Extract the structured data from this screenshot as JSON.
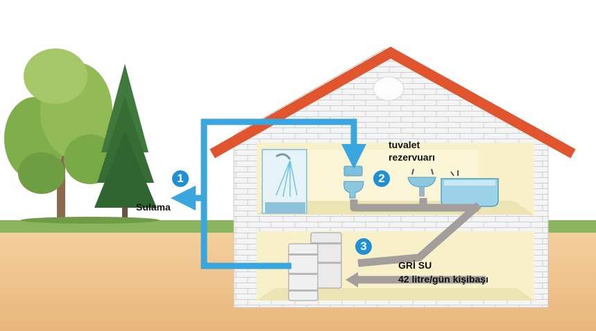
{
  "labels": {
    "irrigation": "Sulama",
    "toilet_line1": "tuvalet",
    "toilet_line2": "rezervuarı",
    "grey_water_title": "GRİ SU",
    "grey_water_rate": "42 litre/gün kişibaşı"
  },
  "badges": {
    "one": "1",
    "two": "2",
    "three": "3"
  },
  "colors": {
    "clean_water_pipe": "#3aa6de",
    "grey_water_pipe": "#a39e9c",
    "roof": "#e0552d",
    "badge": "#1f8fd6",
    "grass": "#86b05a",
    "soil": "#f0c792"
  }
}
